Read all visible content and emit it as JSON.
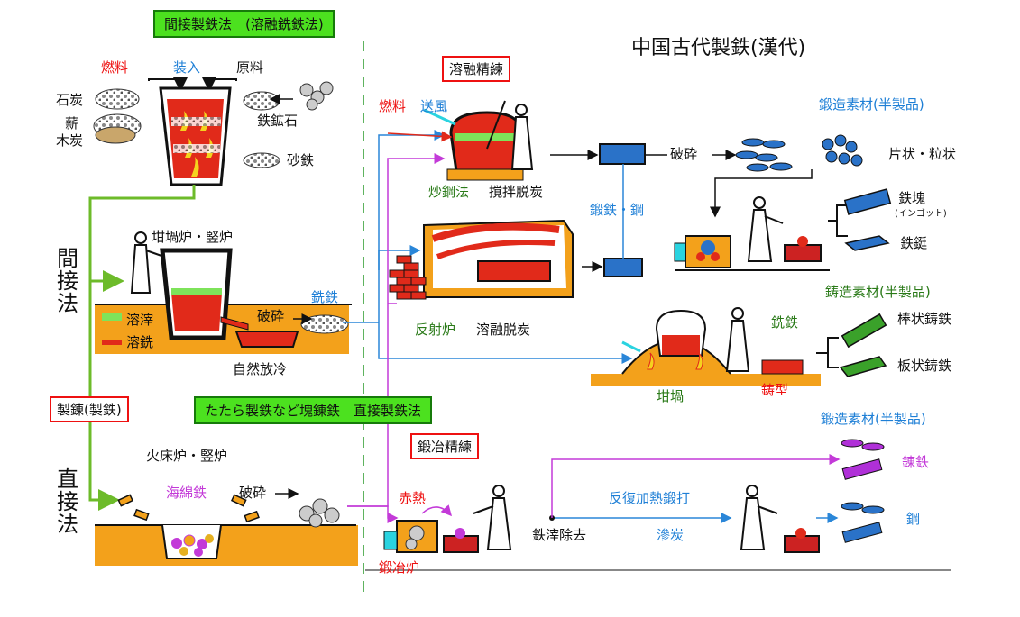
{
  "title": "中国古代製鉄(漢代)",
  "sections": {
    "indirect_method": "間接製鉄法　(溶融銑鉄法)",
    "direct_method": "たたら製鉄など塊錬鉄　直接製鉄法",
    "melting_refining": "溶融精練",
    "forging_refining": "鍛冶精練",
    "refining_box": "製錬(製鉄)"
  },
  "vertical_labels": {
    "indirect": [
      "間",
      "接",
      "法"
    ],
    "direct": [
      "直",
      "接",
      "法"
    ]
  },
  "left_top": {
    "fuel": "燃料",
    "charge": "装入",
    "raw_material": "原料",
    "coal": "石炭",
    "firewood": "薪",
    "charcoal": "木炭",
    "iron_ore": "鉄鉱石",
    "iron_sand": "砂鉄"
  },
  "left_mid": {
    "crucible_furnace": "坩堝炉・竪炉",
    "slag": "溶滓",
    "molten_iron": "溶銑",
    "crush": "破砕",
    "pig_iron": "銑鉄",
    "natural_cooling": "自然放冷"
  },
  "left_bottom": {
    "furnace": "火床炉・竪炉",
    "sponge_iron": "海綿鉄",
    "crush": "破砕"
  },
  "center_top": {
    "fuel": "燃料",
    "blast": "送風",
    "puddling": "炒鋼法",
    "stir_decarb": "撹拌脱炭",
    "reverberatory": "反射炉",
    "melt_decarb": "溶融脱炭",
    "wrought_steel": "鍛鉄・鋼",
    "crush": "破砕"
  },
  "right_top": {
    "forging_material": "鍛造素材(半製品)",
    "flake_grain": "片状・粒状",
    "ingot": "鉄塊",
    "ingot_kana": "(インゴット)",
    "bar": "鉄鋌"
  },
  "right_mid": {
    "casting_material": "鋳造素材(半製品)",
    "pig_iron": "銑鉄",
    "rod_cast": "棒状鋳鉄",
    "plate_cast": "板状鋳鉄",
    "crucible": "坩堝",
    "mold": "鋳型"
  },
  "bottom_right": {
    "red_heat": "赤熱",
    "forge_furnace": "鍛冶炉",
    "slag_removal": "鉄滓除去",
    "repeated_forging": "反復加熱鍛打",
    "carburizing": "滲炭",
    "forging_material": "鍛造素材(半製品)",
    "wrought_iron": "錬鉄",
    "steel": "鋼"
  },
  "colors": {
    "fire_red": "#e12a1a",
    "fire_yellow": "#f5d21e",
    "ground": "#f3a11b",
    "blue_arrow": "#2a86d8",
    "green_arrow": "#6dbb2a",
    "magenta_arrow": "#c33ad8",
    "steel_blue": "#2a72c8",
    "cast_green": "#3aa12a",
    "wrought_purple": "#b030d8"
  }
}
